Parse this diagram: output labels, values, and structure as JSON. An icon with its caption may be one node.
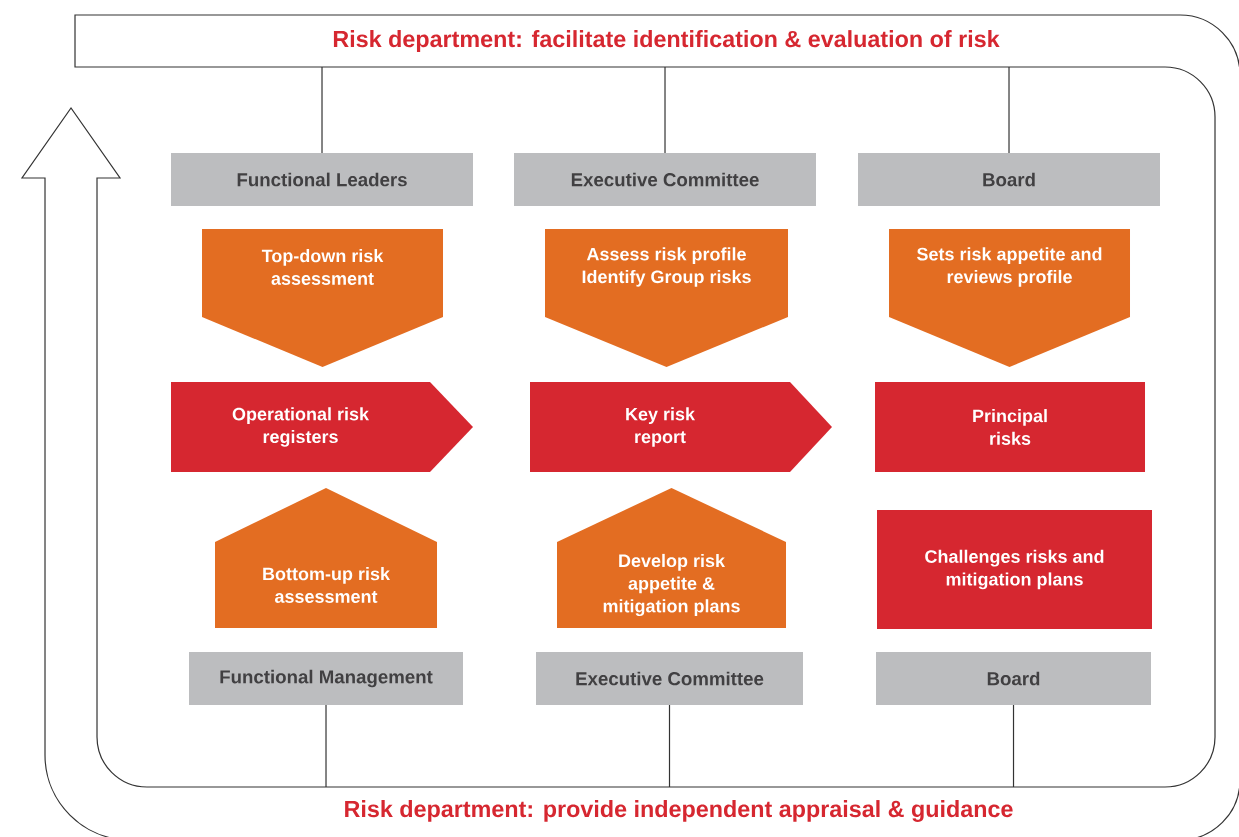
{
  "diagram": {
    "nodes": [
      {
        "text": [
          "Risk department: facilitate identification & evaluation of risk"
        ]
      },
      {
        "text": [
          "Functional Leaders"
        ]
      },
      {
        "text": [
          "Executive Committee"
        ]
      },
      {
        "text": [
          "Board"
        ]
      },
      {
        "text": [
          "Top-down risk assessment"
        ]
      },
      {
        "text": [
          "Assess risk profile Identify Group risks"
        ]
      },
      {
        "text": [
          "Sets risk appetite and reviews profile"
        ]
      },
      {
        "text": [
          "Operational risk registers"
        ]
      },
      {
        "text": [
          "Key risk report"
        ]
      },
      {
        "text": [
          "Principal risks"
        ]
      },
      {
        "text": [
          "Bottom-up risk assessment"
        ]
      },
      {
        "text": [
          "Develop risk appetite & mitigation plans"
        ]
      },
      {
        "text": [
          "Challenges risks and mitigation plans"
        ]
      },
      {
        "text": [
          "Functional Management"
        ]
      },
      {
        "text": [
          "Executive Committee"
        ]
      },
      {
        "text": [
          "Board"
        ]
      },
      {
        "text": [
          "Risk department: provide independent appraisal & guidance"
        ]
      }
    ],
    "edges": [
      {
        "from": 0,
        "to": 1,
        "arrow": "none"
      },
      {
        "from": 0,
        "to": 2,
        "arrow": "none"
      },
      {
        "from": 0,
        "to": 3,
        "arrow": "none"
      },
      {
        "from": 13,
        "to": 16,
        "arrow": "none"
      },
      {
        "from": 14,
        "to": 16,
        "arrow": "none"
      },
      {
        "from": 15,
        "to": 16,
        "arrow": "none"
      }
    ]
  }
}
